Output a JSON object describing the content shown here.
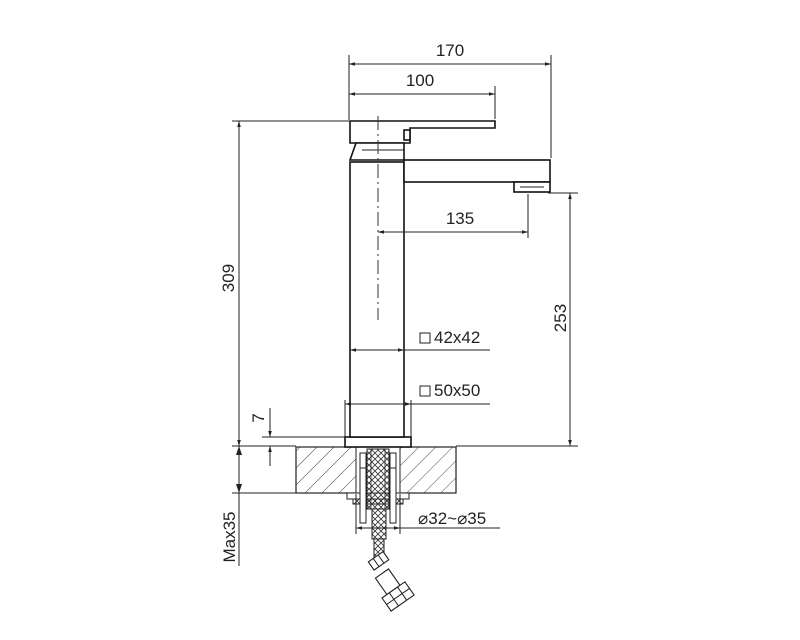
{
  "dimensions": {
    "total_width": "170",
    "handle_length": "100",
    "spout_reach": "135",
    "total_height": "309",
    "spout_height": "253",
    "base_thickness": "7",
    "max_counter": "Max35",
    "body_section": "42x42",
    "base_section": "50x50",
    "hole_diameter": "⌀32~⌀35"
  },
  "colors": {
    "line": "#222222",
    "hatch": "#444444",
    "background": "#ffffff"
  }
}
